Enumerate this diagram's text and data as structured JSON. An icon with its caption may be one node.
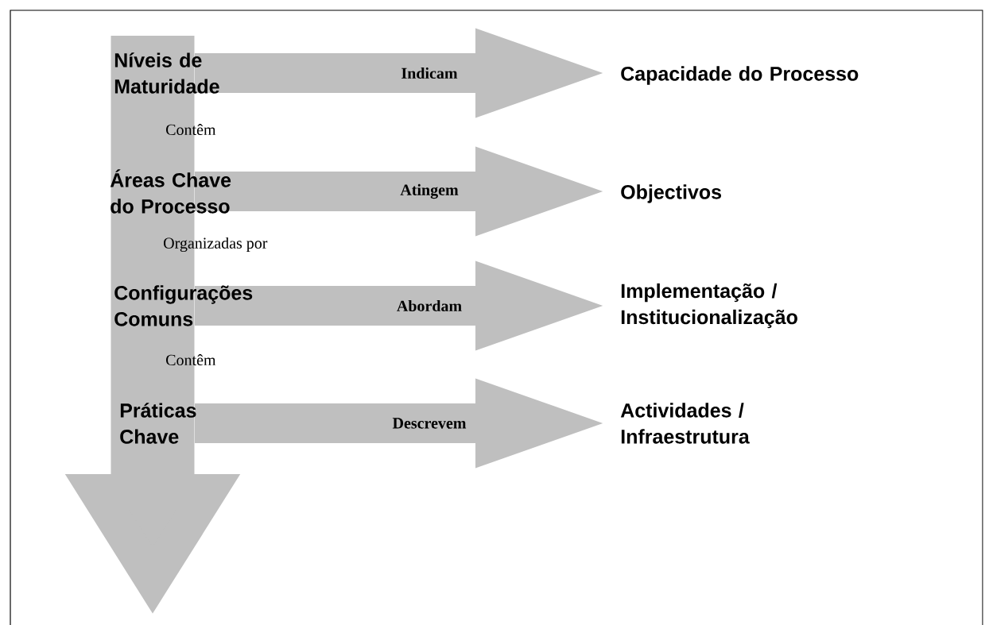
{
  "diagram": {
    "nodes": [
      {
        "text": [
          "Níveis de Maturidade"
        ]
      },
      {
        "text": [
          "Áreas Chave do Processo"
        ]
      },
      {
        "text": [
          "Configurações Comuns"
        ]
      },
      {
        "text": [
          "Práticas Chave"
        ]
      },
      {
        "text": [
          "Capacidade do Processo"
        ]
      },
      {
        "text": [
          "Objectivos"
        ]
      },
      {
        "text": [
          "Implementação / Institucionalização"
        ]
      },
      {
        "text": [
          "Actividades / Infraestrutura"
        ]
      }
    ],
    "edges": [
      {
        "from": 0,
        "to": 1,
        "arrow": "none",
        "label": "Contêm",
        "style": "thick"
      },
      {
        "from": 1,
        "to": 2,
        "arrow": "none",
        "label": "Organizadas por",
        "style": "thick"
      },
      {
        "from": 2,
        "to": 3,
        "arrow": "none",
        "label": "Contêm",
        "style": "thick"
      },
      {
        "from": 3,
        "to": null,
        "arrow": "to",
        "style": "thick"
      },
      {
        "from": 0,
        "to": 4,
        "arrow": "to",
        "label": "Indicam"
      },
      {
        "from": 1,
        "to": 5,
        "arrow": "to",
        "label": "Atingem"
      },
      {
        "from": 2,
        "to": 6,
        "arrow": "to",
        "label": "Abordam"
      },
      {
        "from": 3,
        "to": 7,
        "arrow": "to",
        "label": "Descrevem"
      }
    ]
  }
}
